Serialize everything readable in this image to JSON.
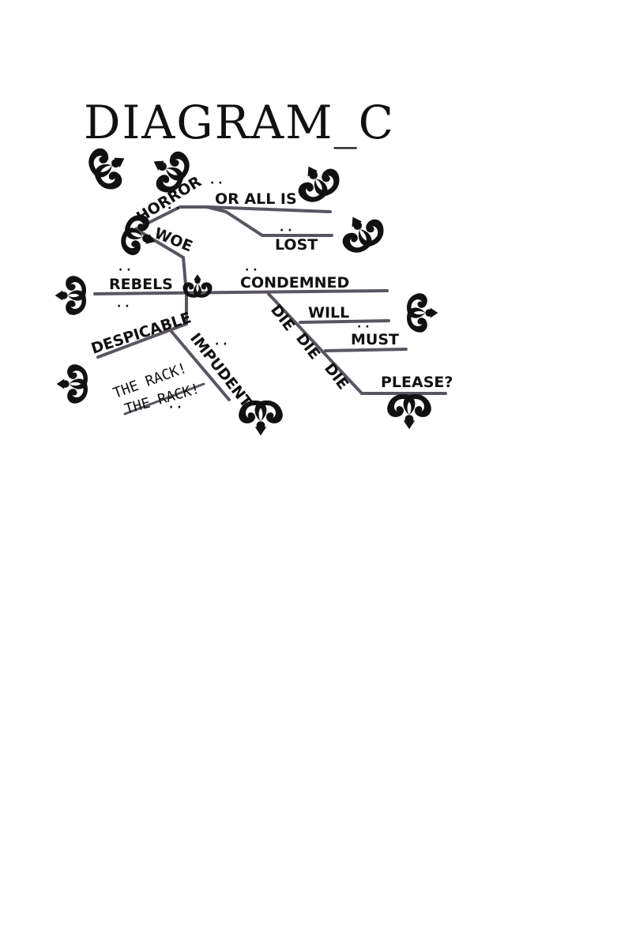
{
  "title": "DIAGRAM_C",
  "words": {
    "horror": "HORROR",
    "or_all_is": "OR ALL IS",
    "woe": "WOE",
    "lost": "LOST",
    "rebels": "REBELS",
    "condemned": "CONDEMNED",
    "will": "WILL",
    "must": "MUST",
    "despicable": "DESPICABLE",
    "impudent": "IMPUDENT",
    "die_1": "DIE",
    "die_2": "DIE",
    "die_3": "DIE",
    "the_rack_1": "THE RACK!",
    "the_rack_2": "THE RACK!",
    "please": "PLEASE?"
  },
  "umlaut": "· ·",
  "colors": {
    "ink": "#111111",
    "line": "#5a5560"
  },
  "icons": [
    "flourish-ornament"
  ]
}
